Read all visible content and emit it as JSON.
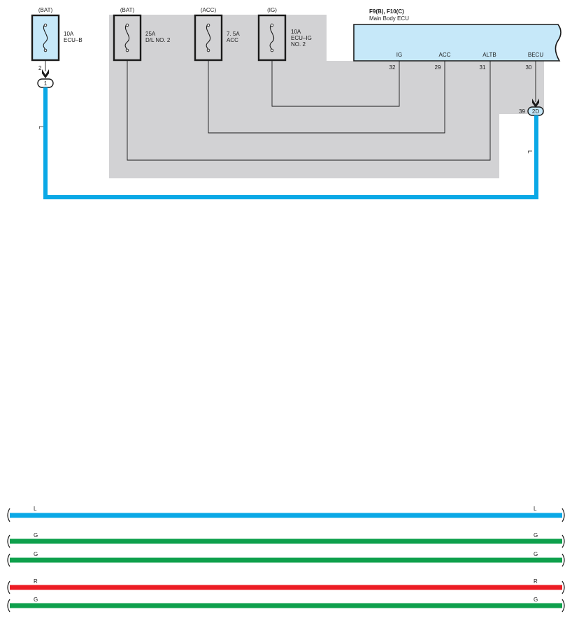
{
  "fuses": [
    {
      "source": "(BAT)",
      "amp": "10A",
      "name": "ECU–B",
      "name2": ""
    },
    {
      "source": "(BAT)",
      "amp": "25A",
      "name": "D/L NO. 2",
      "name2": ""
    },
    {
      "source": "(ACC)",
      "amp": "7. 5A",
      "name": "ACC",
      "name2": ""
    },
    {
      "source": "(IG)",
      "amp": "10A",
      "name": "ECU–IG",
      "name2": "NO. 2"
    }
  ],
  "ecu": {
    "code": "F9(B), F10(C)",
    "name": "Main Body ECU",
    "pins": [
      {
        "label": "IG",
        "num": "32"
      },
      {
        "label": "ACC",
        "num": "29"
      },
      {
        "label": "ALTB",
        "num": "31"
      },
      {
        "label": "BECU",
        "num": "30"
      }
    ]
  },
  "connectors": {
    "left": {
      "pin": "2",
      "label": "1"
    },
    "right": {
      "pin": "39",
      "label": "2D"
    }
  },
  "wire_colors_main": {
    "left": "L",
    "right": "L"
  },
  "colors": {
    "L": "#0aa8e6",
    "G": "#0ea04c",
    "R": "#ec1c24",
    "ecu_fill": "#c6e8f9",
    "fuse_fill": "#c6e8f9",
    "shade": "#d2d2d4"
  },
  "bottom_wires": [
    {
      "left": "L",
      "right": "L",
      "color": "L"
    },
    {
      "left": "G",
      "right": "G",
      "color": "G"
    },
    {
      "left": "G",
      "right": "G",
      "color": "G"
    },
    {
      "left": "R",
      "right": "R",
      "color": "R"
    },
    {
      "left": "G",
      "right": "G",
      "color": "G"
    }
  ]
}
